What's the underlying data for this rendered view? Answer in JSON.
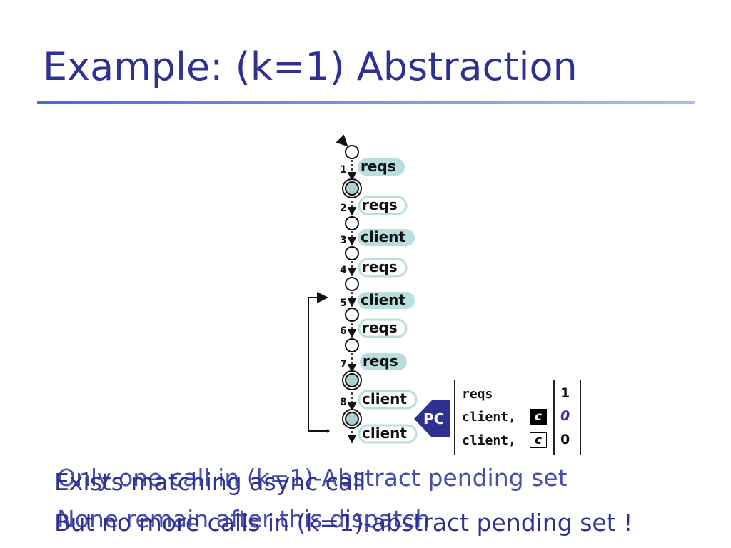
{
  "title": "Example: (k=1) Abstraction",
  "colors": {
    "title": "#2e3192",
    "rule_start": "#3f6fd8",
    "rule_end": "#a9bff0",
    "label_pill": "#b8dede",
    "node_fill": "#a9d1d3",
    "pc_arrow": "#2e3192"
  },
  "trace": {
    "steps": [
      {
        "num": "1",
        "label": "reqs",
        "pill": "flat"
      },
      {
        "num": "2",
        "label": "reqs",
        "pill": "outline"
      },
      {
        "num": "3",
        "label": "client",
        "pill": "flat"
      },
      {
        "num": "4",
        "label": "reqs",
        "pill": "outline"
      },
      {
        "num": "5",
        "label": "client",
        "pill": "flat"
      },
      {
        "num": "6",
        "label": "reqs",
        "pill": "outline"
      },
      {
        "num": "7",
        "label": "reqs",
        "pill": "flat"
      },
      {
        "num": "8",
        "label": "client",
        "pill": "outline"
      },
      {
        "num": "",
        "label": "client",
        "pill": "outline"
      }
    ],
    "pc_label": "PC"
  },
  "pending_table": {
    "rows": [
      {
        "label": "reqs",
        "context": "",
        "context_style": "none",
        "count": "1",
        "highlight": false
      },
      {
        "label": "client,",
        "context": "c",
        "context_style": "filled",
        "count": "0",
        "highlight": true
      },
      {
        "label": "client,",
        "context": "c",
        "context_style": "outline",
        "count": "0",
        "highlight": false
      }
    ]
  },
  "captions": {
    "ghost_line1": "Only one call in (k=1)-Abstract pending set",
    "line1": "Exists matching async call",
    "ghost_line2": "None remain after this dispatch",
    "line2": "But no more calls in (k=1)-abstract pending set !"
  }
}
